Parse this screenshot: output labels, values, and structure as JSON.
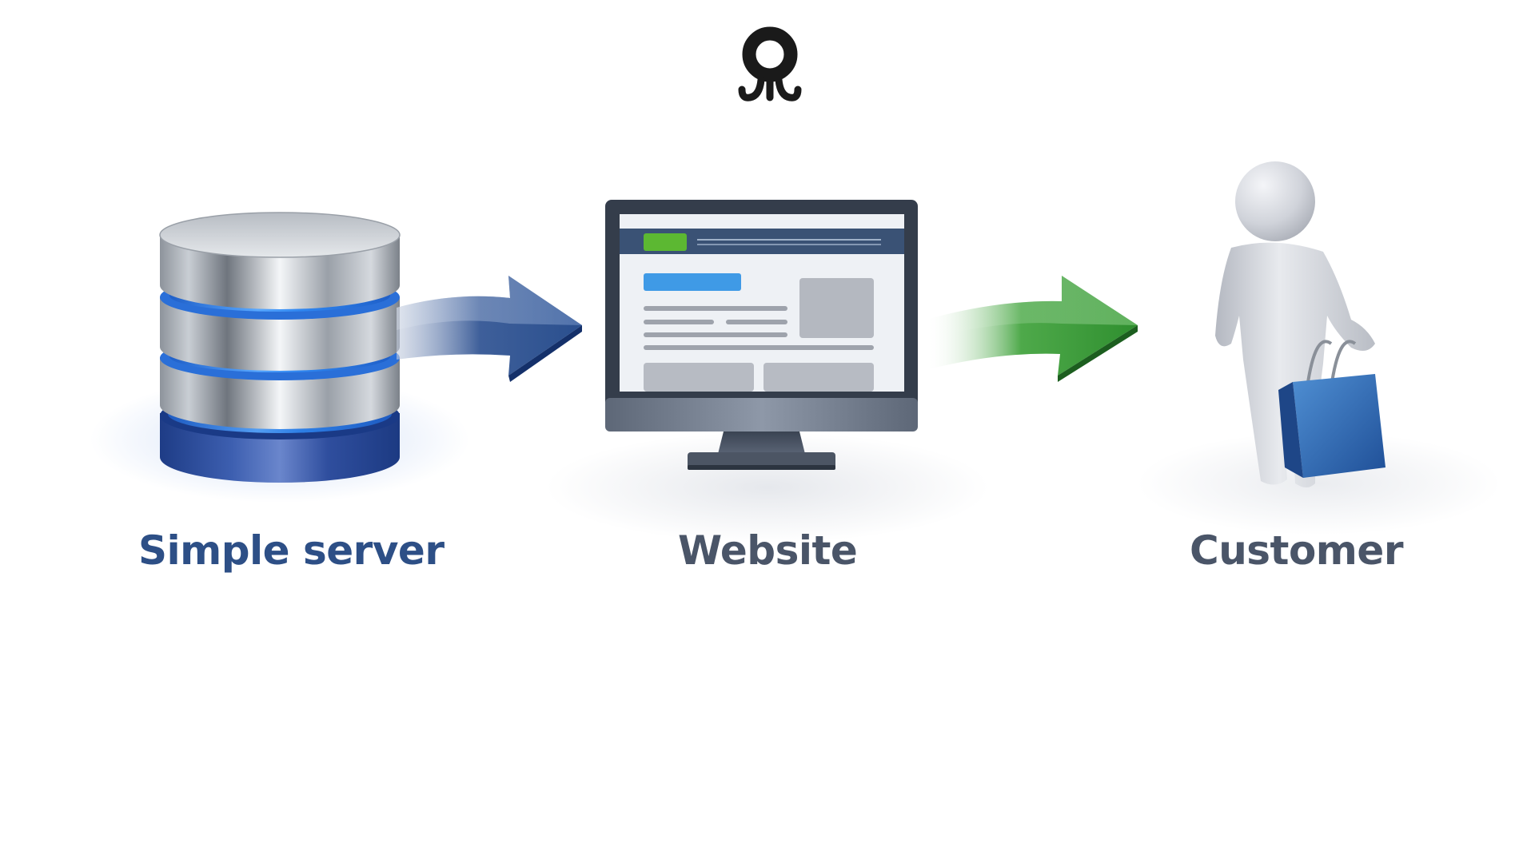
{
  "diagram": {
    "logo": {
      "icon": "octopus-logo-icon",
      "color": "#1a1a1a"
    },
    "nodes": [
      {
        "id": "server",
        "label": "Simple server",
        "icon": "database-icon",
        "label_color": "#2d4f86"
      },
      {
        "id": "website",
        "label": "Website",
        "icon": "monitor-icon",
        "label_color": "#4a5568"
      },
      {
        "id": "customer",
        "label": "Customer",
        "icon": "person-with-shopping-bag-icon",
        "label_color": "#4a5568"
      }
    ],
    "edges": [
      {
        "from": "server",
        "to": "website",
        "icon": "arrow-right-icon",
        "color": "#2c4f8c"
      },
      {
        "from": "website",
        "to": "customer",
        "icon": "arrow-right-icon",
        "color": "#3a9a3a"
      }
    ],
    "colors": {
      "server_accent": "#2f7fe8",
      "server_base": "#2c4f9c",
      "monitor_frame": "#3c4656",
      "website_nav": "#3a5275",
      "website_logo_button": "#5cb832",
      "website_cta": "#3f9ae6",
      "bag": "#2e6db4"
    }
  }
}
